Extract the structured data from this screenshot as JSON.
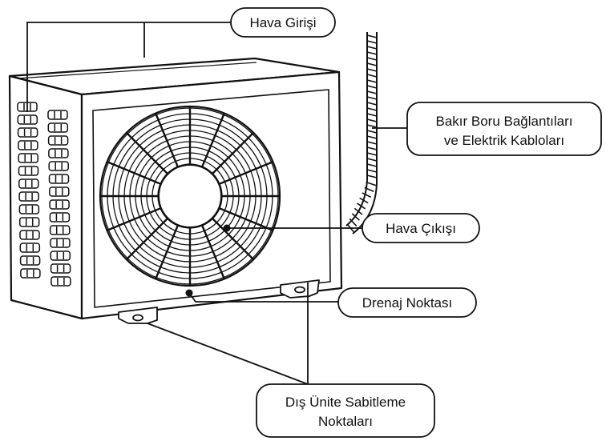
{
  "labels": {
    "air_inlet": "Hava Girişi",
    "pipes_cables_line1": "Bakır Boru Bağlantıları",
    "pipes_cables_line2": "ve Elektrik Kabloları",
    "air_outlet": "Hava Çıkışı",
    "drain_point": "Drenaj Noktası",
    "mounting_points_line1": "Dış Ünite Sabitleme",
    "mounting_points_line2": "Noktaları"
  },
  "colors": {
    "line": "#111111",
    "background": "#ffffff"
  }
}
